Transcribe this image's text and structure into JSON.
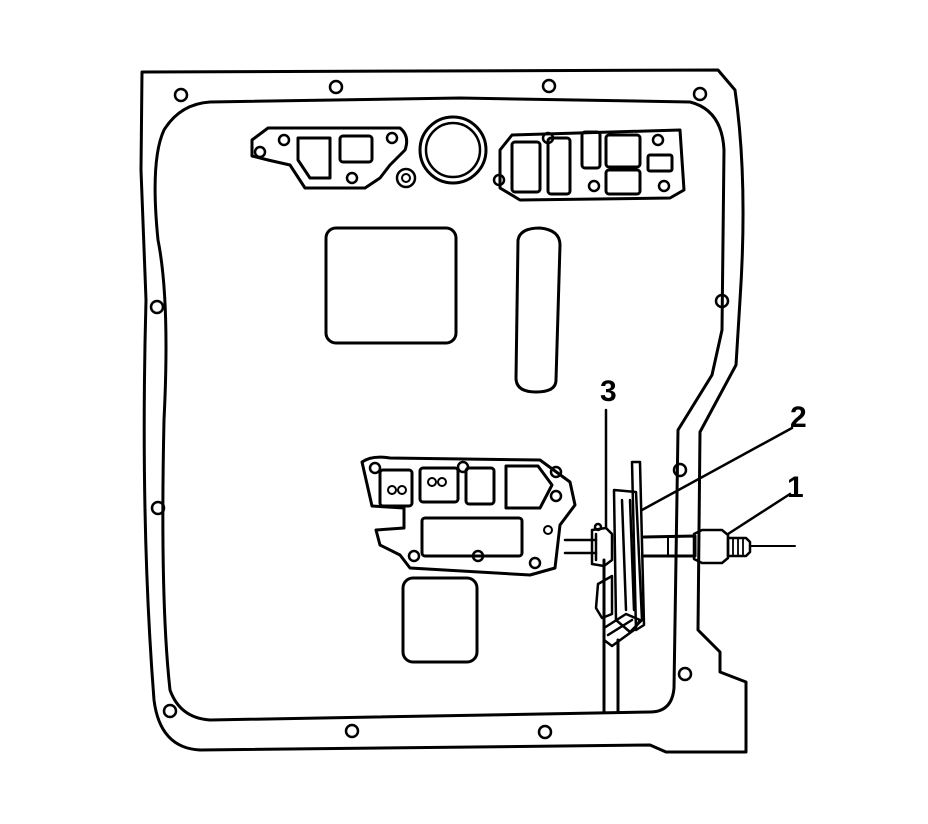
{
  "callouts": [
    {
      "id": "1",
      "text": "1"
    },
    {
      "id": "2",
      "text": "2"
    },
    {
      "id": "3",
      "text": "3"
    }
  ],
  "colors": {
    "stroke": "#000000",
    "fill": "#ffffff"
  }
}
